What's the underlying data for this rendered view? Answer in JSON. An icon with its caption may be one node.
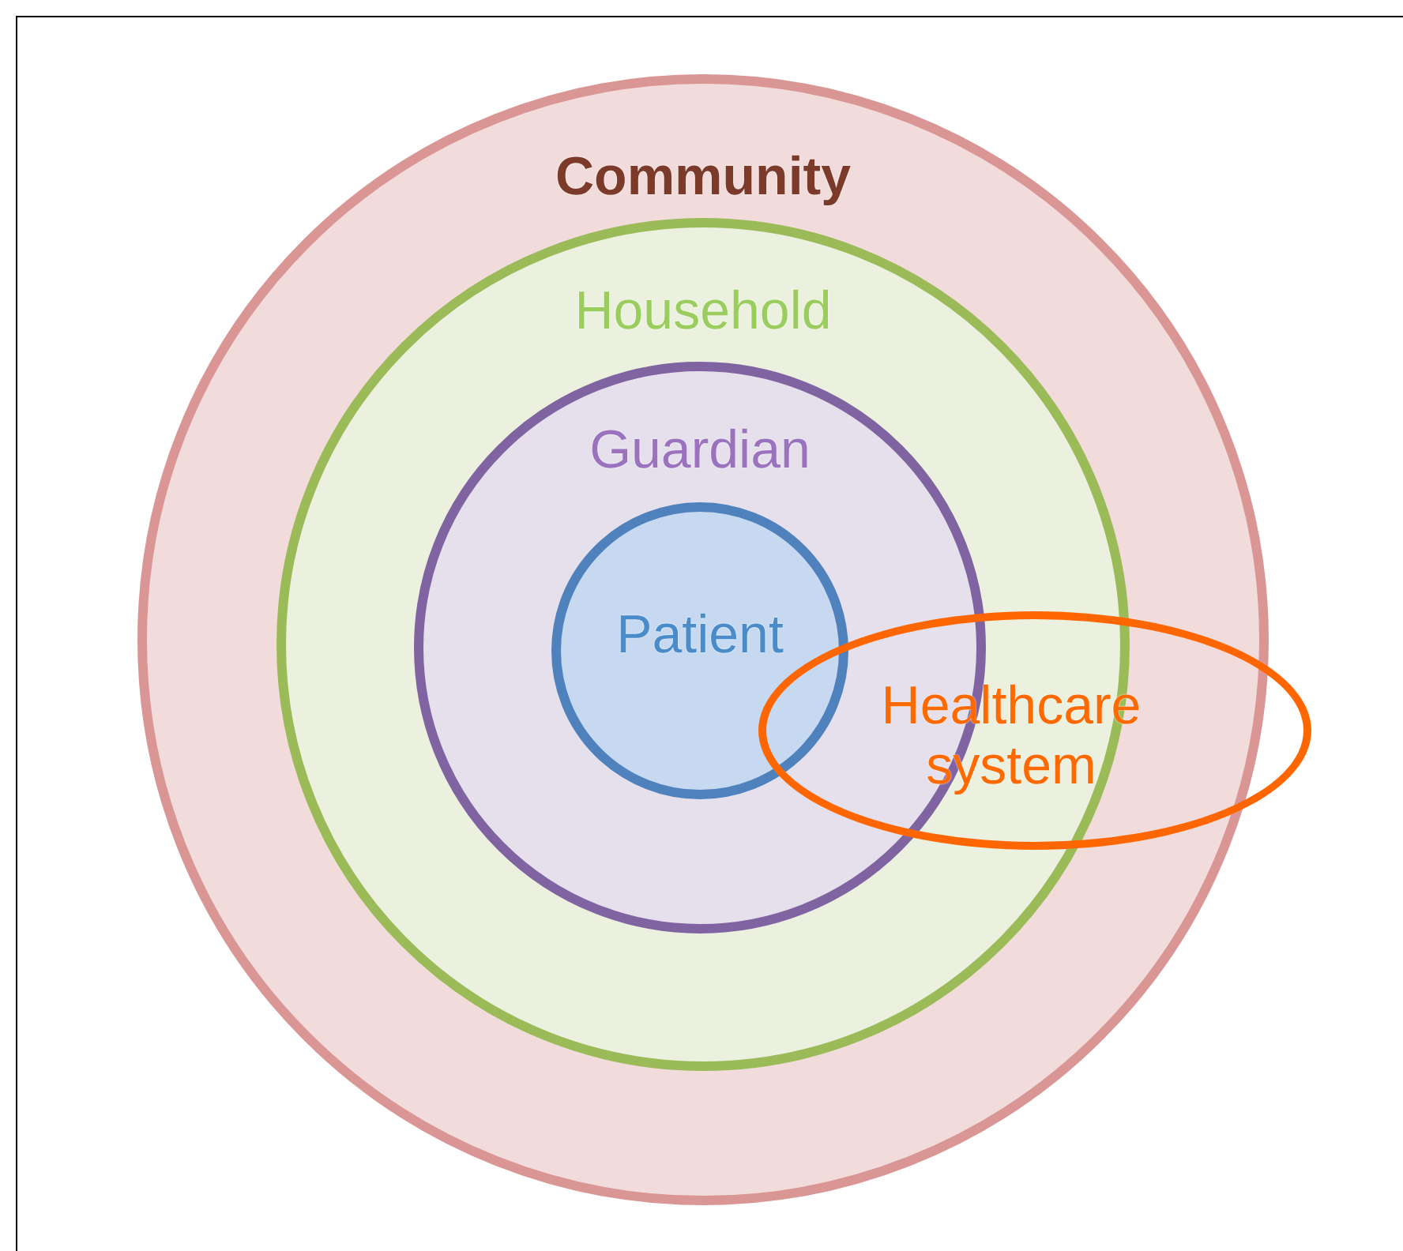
{
  "diagram": {
    "nodes": [
      {
        "text": [
          "Community"
        ]
      },
      {
        "text": [
          "Household"
        ],
        "in": 0
      },
      {
        "text": [
          "Guardian"
        ],
        "in": 1
      },
      {
        "text": [
          "Patient"
        ],
        "in": 2
      },
      {
        "text": [
          "Healthcare system"
        ]
      }
    ]
  }
}
